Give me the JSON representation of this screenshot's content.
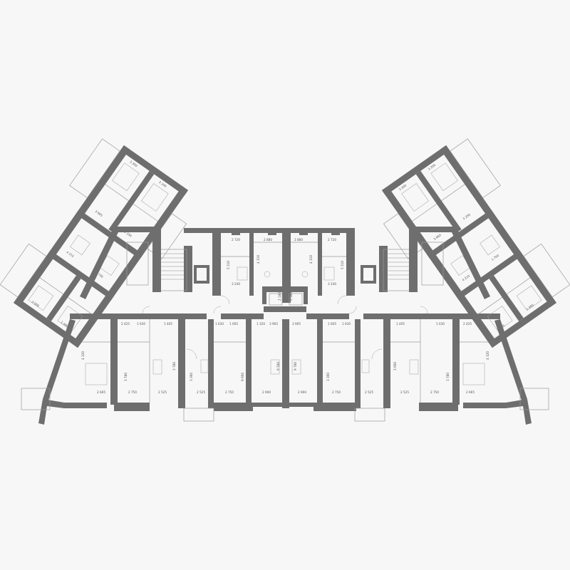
{
  "plan": {
    "colors": {
      "background": "#f7f7f7",
      "wall": "#6e6e6e",
      "line": "#9a9a9a"
    },
    "dims_upper_center": [
      "2 720",
      "2 880",
      "2 880",
      "2 720",
      "3 240",
      "3 240"
    ],
    "dims_upper_vertical": [
      "5 310",
      "4 310",
      "4 310",
      "5 310",
      "2 180",
      "2 180"
    ],
    "dims_lower_top": [
      "2 425",
      "1 630",
      "1 405",
      "1 630",
      "1 605",
      "1 320",
      "3 905",
      "3 905",
      "1 605",
      "1 630",
      "1 405",
      "1 630",
      "2 425"
    ],
    "dims_lower_vertical": [
      "4 320",
      "3 780",
      "3 780",
      "3 360",
      "9 660",
      "9 780",
      "9 780",
      "3 360",
      "3 660",
      "3 780",
      "4 320"
    ],
    "dims_lower_bottom": [
      "2 665",
      "2 750",
      "2 525",
      "2 525",
      "2 750",
      "2 900",
      "2 900",
      "2 750",
      "2 525",
      "2 525",
      "2 750",
      "2 665"
    ],
    "dims_left_wing": [
      "3 300",
      "3 200",
      "3 665",
      "3 250",
      "4 215",
      "1 700",
      "3 000",
      "1 460"
    ],
    "dims_right_wing": [
      "3 300",
      "3 200",
      "3 665",
      "3 250",
      "4 215",
      "1 700",
      "3 000",
      "1 460"
    ]
  }
}
